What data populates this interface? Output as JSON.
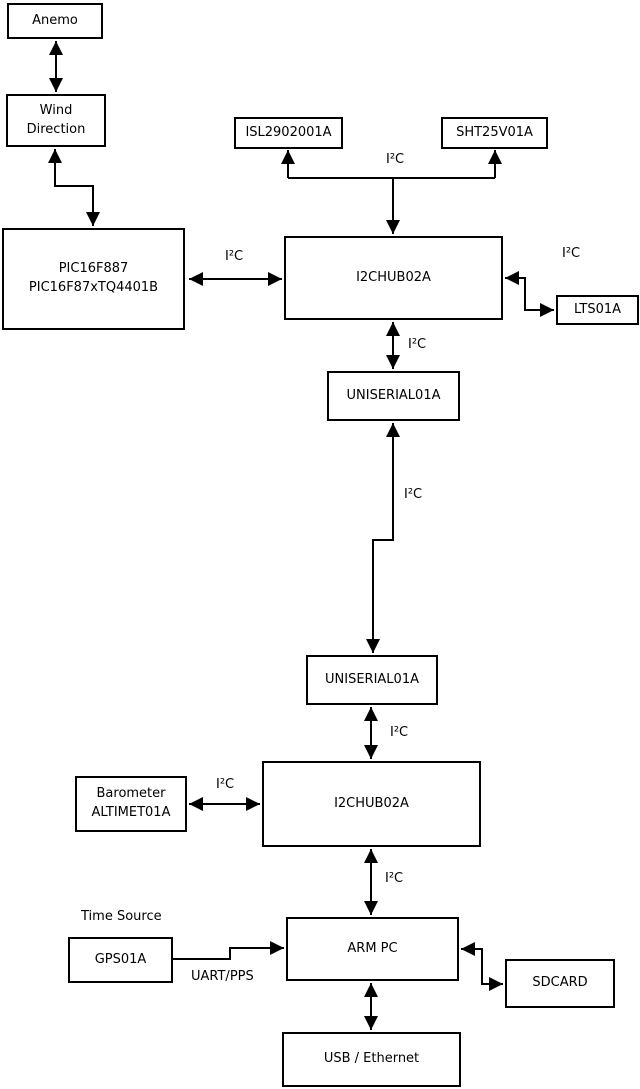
{
  "diagram": {
    "title_hint": "sensor-network-block-diagram",
    "boxes": {
      "anemo": {
        "label": "Anemo"
      },
      "wind_direction": {
        "line1": "Wind",
        "line2": "Direction"
      },
      "pic": {
        "line1": "PIC16F887",
        "line2": "PIC16F87xTQ4401B"
      },
      "isl": {
        "label": "ISL2902001A"
      },
      "sht": {
        "label": "SHT25V01A"
      },
      "hub1": {
        "label": "I2CHUB02A"
      },
      "lts": {
        "label": "LTS01A"
      },
      "uniserial1": {
        "label": "UNISERIAL01A"
      },
      "uniserial2": {
        "label": "UNISERIAL01A"
      },
      "barometer": {
        "line1": "Barometer",
        "line2": "ALTIMET01A"
      },
      "hub2": {
        "label": "I2CHUB02A"
      },
      "arm_pc": {
        "label": "ARM PC"
      },
      "gps": {
        "label": "GPS01A"
      },
      "sdcard": {
        "label": "SDCARD"
      },
      "usb_ethernet": {
        "label": "USB / Ethernet"
      }
    },
    "edge_labels": {
      "i2c_sensors_top": "I²C",
      "i2c_pic_hub1": "I²C",
      "i2c_hub1_lts": "I²C",
      "i2c_hub1_uniserial1": "I²C",
      "i2c_uniserial_link": "I²C",
      "i2c_uniserial2_hub2": "I²C",
      "i2c_barometer_hub2": "I²C",
      "i2c_hub2_armpc": "I²C",
      "time_source": "Time Source",
      "uart_pps": "UART/PPS"
    },
    "colors": {
      "line": "#000000",
      "box_background": "#ffffff",
      "page_background": "#ffffff"
    }
  }
}
